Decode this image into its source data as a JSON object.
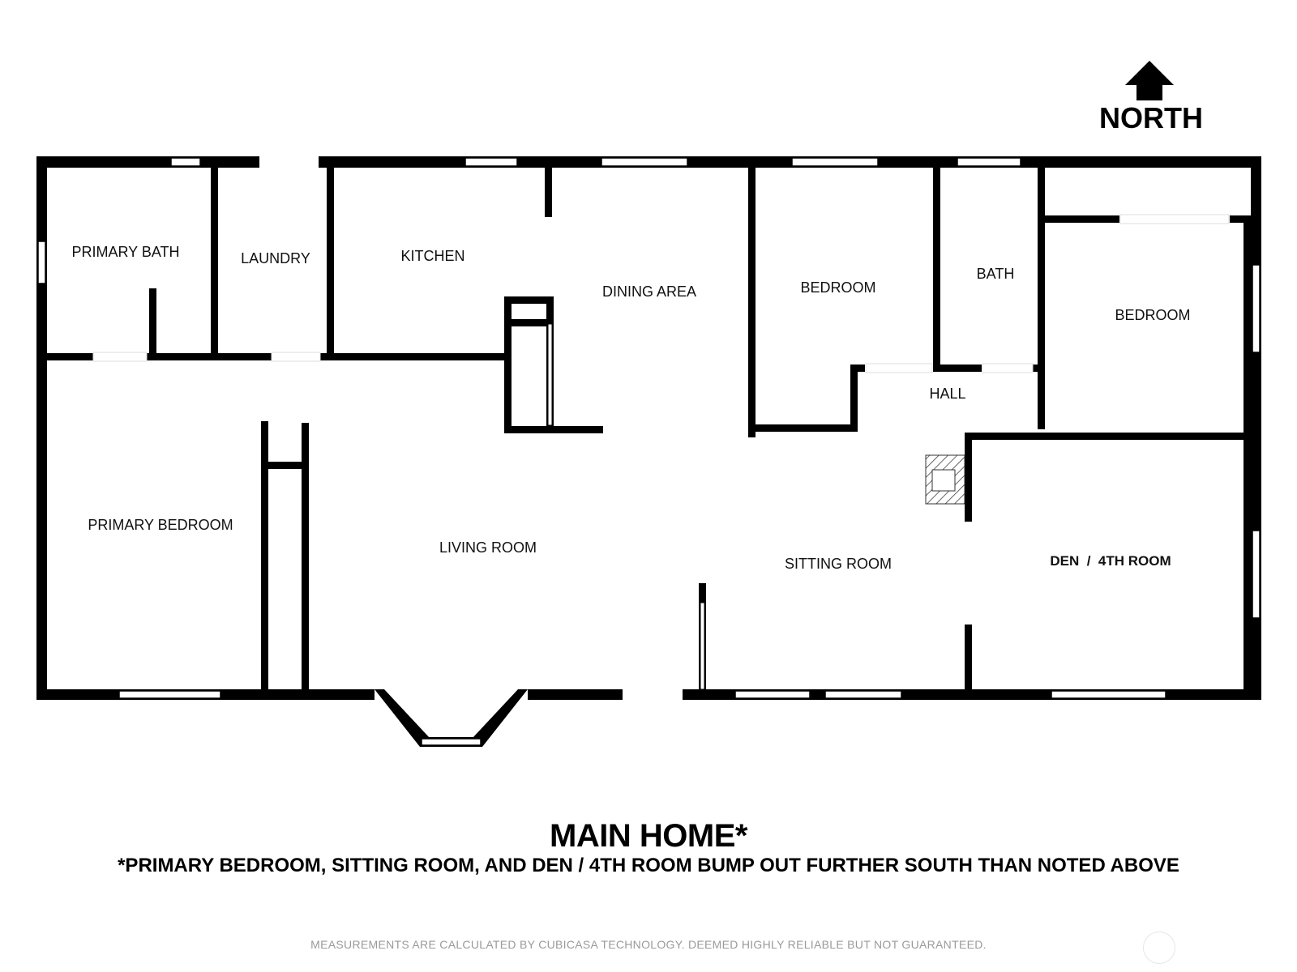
{
  "compass": {
    "label": "NORTH",
    "icon": "north-arrow-icon"
  },
  "rooms": [
    {
      "id": "primary-bath",
      "label": "PRIMARY BATH"
    },
    {
      "id": "laundry",
      "label": "LAUNDRY"
    },
    {
      "id": "kitchen",
      "label": "KITCHEN"
    },
    {
      "id": "dining-area",
      "label": "DINING AREA"
    },
    {
      "id": "bedroom-1",
      "label": "BEDROOM"
    },
    {
      "id": "bath",
      "label": "BATH"
    },
    {
      "id": "bedroom-2",
      "label": "BEDROOM"
    },
    {
      "id": "hall",
      "label": "HALL"
    },
    {
      "id": "primary-bedroom",
      "label": "PRIMARY BEDROOM"
    },
    {
      "id": "living-room",
      "label": "LIVING ROOM"
    },
    {
      "id": "sitting-room",
      "label": "SITTING ROOM"
    },
    {
      "id": "den",
      "label": "DEN  /  4TH ROOM"
    }
  ],
  "title": "MAIN HOME*",
  "subtitle": "*PRIMARY BEDROOM, SITTING ROOM, AND DEN / 4TH ROOM BUMP OUT FURTHER SOUTH THAN NOTED ABOVE",
  "disclaimer": "MEASUREMENTS ARE CALCULATED BY CUBICASA TECHNOLOGY. DEEMED HIGHLY RELIABLE BUT NOT GUARANTEED.",
  "colors": {
    "wall": "#000000",
    "window": "#ffffff",
    "background": "#ffffff",
    "disclaimer": "#9a9a9a"
  }
}
